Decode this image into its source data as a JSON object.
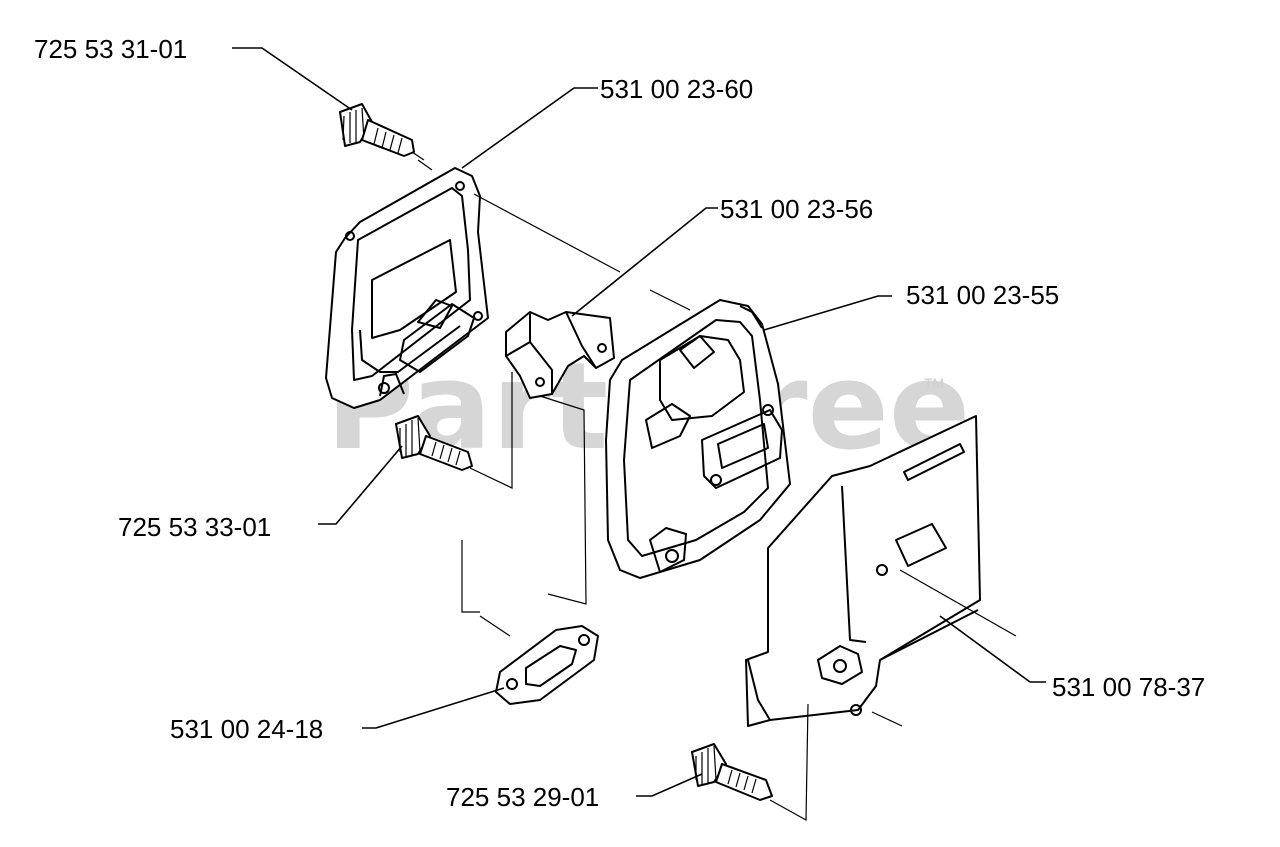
{
  "watermark": {
    "text": "PartsTree",
    "trademark": "TM"
  },
  "parts": [
    {
      "id": "bolt-top",
      "number": "725 53 31-01"
    },
    {
      "id": "cover",
      "number": "531 00 23-60"
    },
    {
      "id": "bracket",
      "number": "531 00 23-56"
    },
    {
      "id": "muffler",
      "number": "531 00 23-55"
    },
    {
      "id": "bolt-middle",
      "number": "725 53 33-01"
    },
    {
      "id": "plate",
      "number": "531 00 78-37"
    },
    {
      "id": "gasket",
      "number": "531 00 24-18"
    },
    {
      "id": "bolt-bottom",
      "number": "725 53 29-01"
    }
  ]
}
